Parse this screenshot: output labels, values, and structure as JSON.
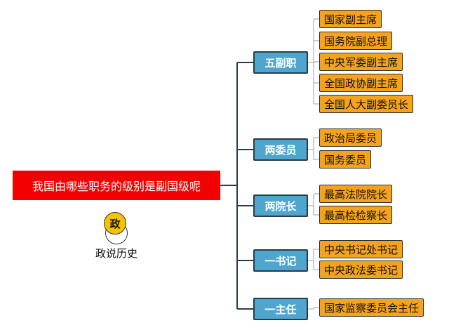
{
  "root": {
    "label": "我国由哪些职务的级别是副国级呢"
  },
  "brand": {
    "logo_char": "政",
    "name": "政说历史"
  },
  "branches": [
    {
      "label": "五副职",
      "leaves": [
        "国家副主席",
        "国务院副总理",
        "中央军委副主席",
        "全国政协副主席",
        "全国人大副委员长"
      ]
    },
    {
      "label": "两委员",
      "leaves": [
        "政治局委员",
        "国务委员"
      ]
    },
    {
      "label": "两院长",
      "leaves": [
        "最高法院院长",
        "最高检检察长"
      ]
    },
    {
      "label": "一书记",
      "leaves": [
        "中央书记处书记",
        "中央政法委书记"
      ]
    },
    {
      "label": "一主任",
      "leaves": [
        "国家监察委员会主任"
      ]
    }
  ],
  "colors": {
    "root_fill": "#f40000",
    "branch_fill": "#4ea6cf",
    "leaf_fill": "#f5a21c",
    "logo_fill": "#f5c400",
    "line": "#2a3c4a"
  }
}
